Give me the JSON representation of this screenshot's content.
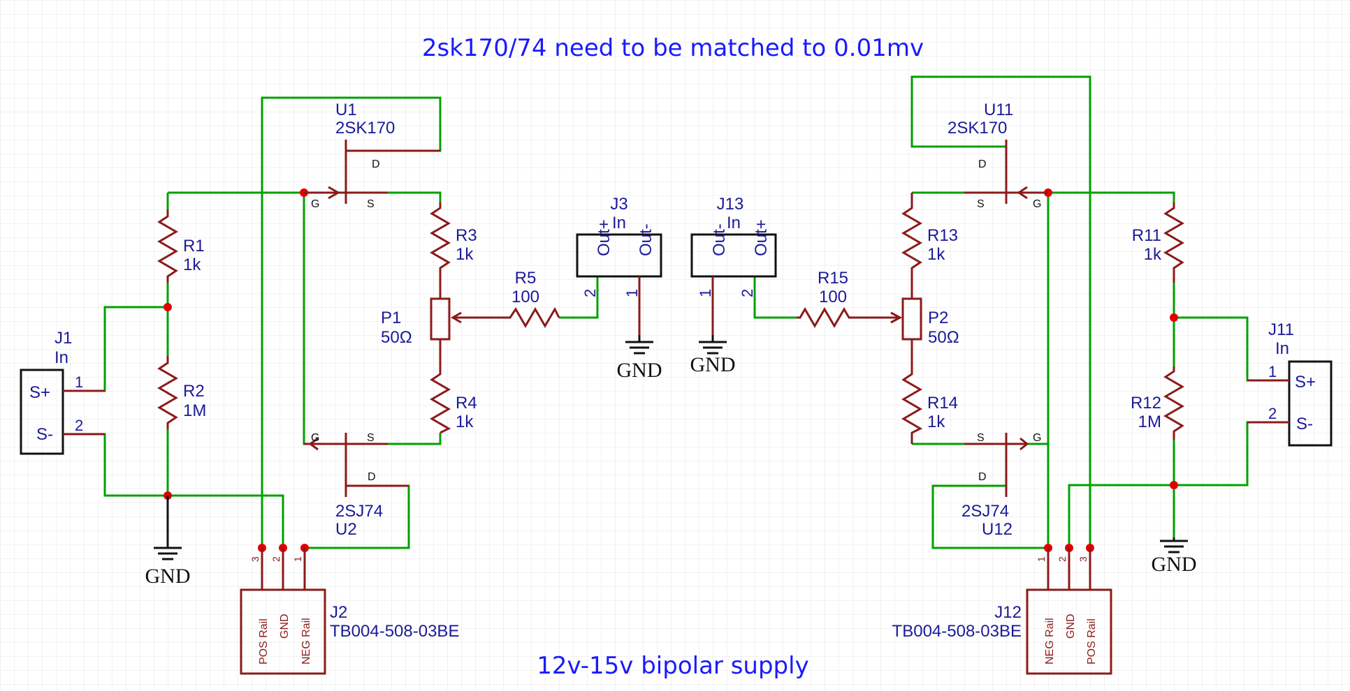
{
  "title_top": "2sk170/74 need to be matched to 0.01mv",
  "title_bottom": "12v-15v bipolar supply",
  "left": {
    "U1": {
      "ref": "U1",
      "value": "2SK170",
      "d": "D",
      "g": "G",
      "s": "S"
    },
    "U2": {
      "ref": "U2",
      "value": "2SJ74",
      "d": "D",
      "g": "G",
      "s": "S"
    },
    "R1": {
      "ref": "R1",
      "value": "1k"
    },
    "R2": {
      "ref": "R2",
      "value": "1M"
    },
    "R3": {
      "ref": "R3",
      "value": "1k"
    },
    "R4": {
      "ref": "R4",
      "value": "1k"
    },
    "R5": {
      "ref": "R5",
      "value": "100"
    },
    "P1": {
      "ref": "P1",
      "value": "50Ω"
    },
    "J1": {
      "ref": "J1",
      "value": "In",
      "pin_plus": "S+",
      "pin_minus": "S-",
      "n1": "1",
      "n2": "2"
    },
    "J3": {
      "ref": "J3",
      "value": "In",
      "pin_a": "Out+",
      "pin_b": "Out-",
      "n_a": "2",
      "n_b": "1"
    },
    "J2": {
      "ref": "J2",
      "value": "TB004-508-03BE",
      "p1": "POS Rail",
      "p2": "GND",
      "p3": "NEG Rail",
      "n1": "3",
      "n2": "2",
      "n3": "1"
    },
    "gnd1": "GND",
    "gnd2": "GND"
  },
  "right": {
    "U11": {
      "ref": "U11",
      "value": "2SK170",
      "d": "D",
      "g": "G",
      "s": "S"
    },
    "U12": {
      "ref": "U12",
      "value": "2SJ74",
      "d": "D",
      "g": "G",
      "s": "S"
    },
    "R11": {
      "ref": "R11",
      "value": "1k"
    },
    "R12": {
      "ref": "R12",
      "value": "1M"
    },
    "R13": {
      "ref": "R13",
      "value": "1k"
    },
    "R14": {
      "ref": "R14",
      "value": "1k"
    },
    "R15": {
      "ref": "R15",
      "value": "100"
    },
    "P2": {
      "ref": "P2",
      "value": "50Ω"
    },
    "J11": {
      "ref": "J11",
      "value": "In",
      "pin_plus": "S+",
      "pin_minus": "S-",
      "n1": "1",
      "n2": "2"
    },
    "J13": {
      "ref": "J13",
      "value": "In",
      "pin_a": "Out-",
      "pin_b": "Out+",
      "n_a": "1",
      "n_b": "2"
    },
    "J12": {
      "ref": "J12",
      "value": "TB004-508-03BE",
      "p1": "NEG Rail",
      "p2": "GND",
      "p3": "POS Rail",
      "n1": "1",
      "n2": "2",
      "n3": "3"
    },
    "gnd1": "GND",
    "gnd2": "GND"
  },
  "colors": {
    "background": "#ffffff",
    "grid": "#e4e4e4",
    "wire": "#00a000",
    "component": "#8b1a1a",
    "label": "#1a1a99",
    "title": "#1a1aff",
    "junction": "#e00000"
  }
}
